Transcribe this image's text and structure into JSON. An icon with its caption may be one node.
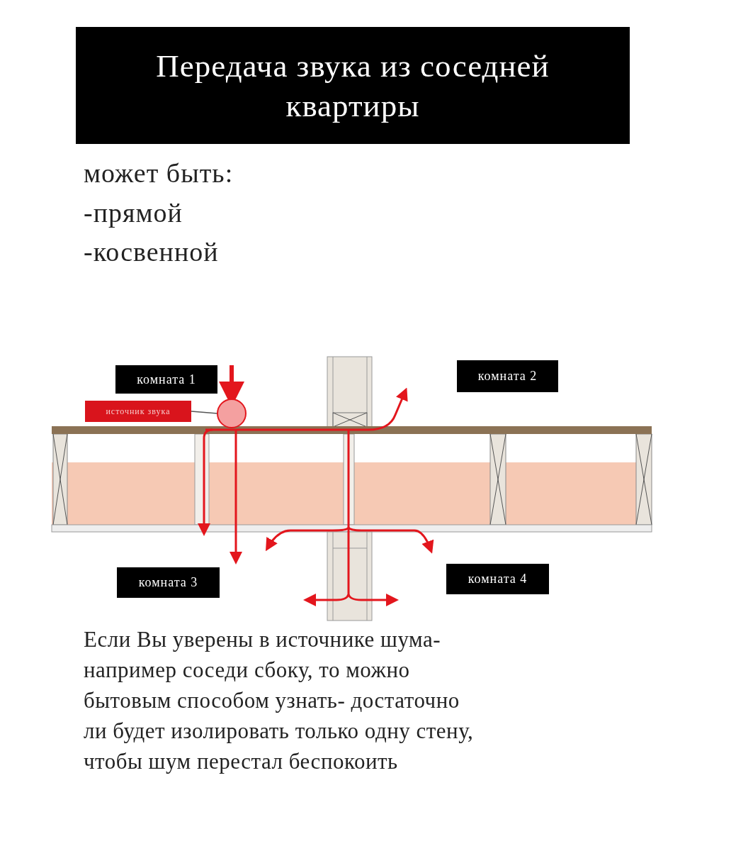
{
  "diagram": {
    "title": "Передача звука из соседней квартиры",
    "nodes": [
      {
        "text": [
          "комната 1"
        ]
      },
      {
        "text": [
          "комната 2"
        ]
      },
      {
        "text": [
          "источник звука"
        ]
      },
      {
        "text": [],
        "shape": "circle"
      },
      {
        "text": [
          "комната 3"
        ]
      },
      {
        "text": [
          "комната 4"
        ]
      }
    ],
    "edges": [
      {
        "from": 2,
        "to": 3,
        "arrow": "none"
      }
    ],
    "labels": [
      "может быть:",
      "-прямой",
      "-косвенной",
      "Если Вы уверены в источнике шума- например соседи сбоку, то можно бытовым способом узнать- достаточно ли будет изолировать только одну стену, чтобы шум перестал беспокоить"
    ]
  }
}
